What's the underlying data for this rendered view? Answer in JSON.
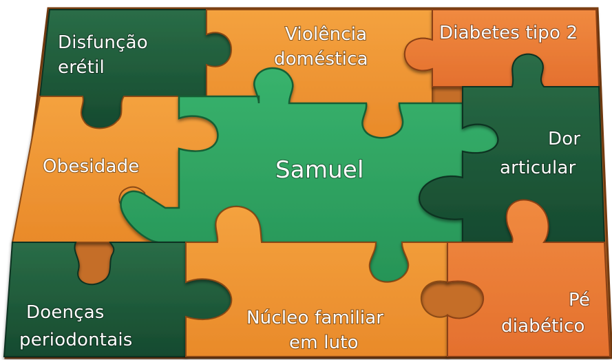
{
  "center": {
    "label": "Samuel"
  },
  "pieces": {
    "disfuncao": {
      "line1": "Disfunção",
      "line2": "erétil"
    },
    "violencia": {
      "line1": "Violência",
      "line2": "doméstica"
    },
    "diabetes": {
      "line1": "Diabetes tipo 2"
    },
    "obesidade": {
      "line1": "Obesidade"
    },
    "dor": {
      "line1": "Dor",
      "line2": "articular"
    },
    "doencas": {
      "line1": "Doenças",
      "line2": "periodontais"
    },
    "nucleo": {
      "line1": "Núcleo familiar",
      "line2": "em luto"
    },
    "pe": {
      "line1": "Pé",
      "line2": "diabético"
    }
  },
  "colors": {
    "dark_green": "#1e5a3a",
    "orange": "#f0922e",
    "deep_orange": "#ea7a35",
    "center_green": "#2fa463",
    "frame_shadow": "#b06a2a"
  }
}
